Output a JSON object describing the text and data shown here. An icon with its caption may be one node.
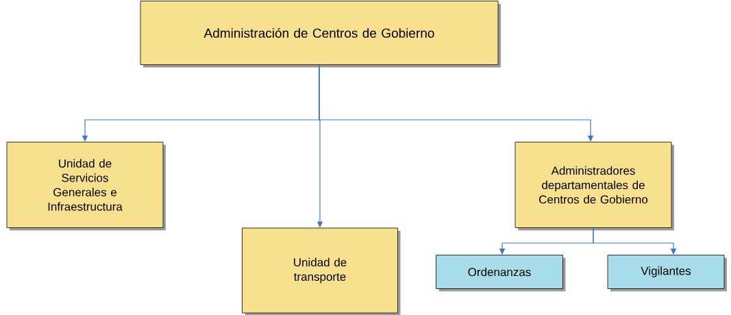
{
  "diagram": {
    "nodes": [
      {
        "text": [
          "Administración de Centros de Gobierno"
        ]
      },
      {
        "text": [
          "Unidad de Servicios Generales e Infraestructura"
        ]
      },
      {
        "text": [
          "Unidad de transporte"
        ]
      },
      {
        "text": [
          "Administradores departamentales de Centros de Gobierno"
        ]
      },
      {
        "text": [
          "Ordenanzas"
        ]
      },
      {
        "text": [
          "Vigilantes"
        ]
      }
    ],
    "edges": [
      {
        "from": 0,
        "to": 1,
        "arrow": "to"
      },
      {
        "from": 0,
        "to": 2,
        "arrow": "to"
      },
      {
        "from": 0,
        "to": 3,
        "arrow": "to"
      },
      {
        "from": 3,
        "to": 4,
        "arrow": "to"
      },
      {
        "from": 3,
        "to": 5,
        "arrow": "to"
      }
    ]
  }
}
